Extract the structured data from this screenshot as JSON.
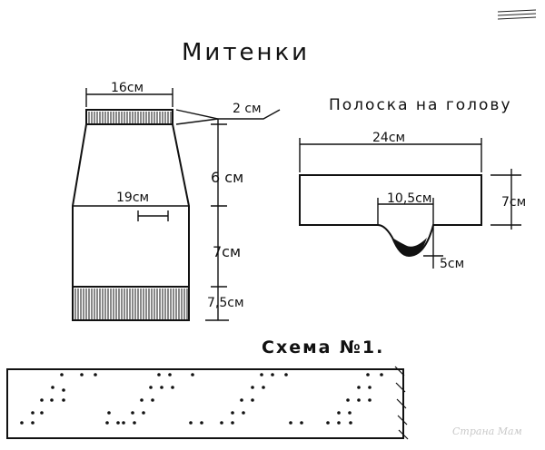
{
  "page_title": "Митенки",
  "mitten": {
    "top_width": "16см",
    "cuff_height": "2 см",
    "upper_height": "6 см",
    "middle_width": "19см",
    "lower_height": "7см",
    "rib_height": "7,5см"
  },
  "headband": {
    "title": "Полоска на голову",
    "length": "24см",
    "height": "7см",
    "notch_width": "10,5см",
    "notch_depth": "5см"
  },
  "scheme": {
    "title": "Схема №1."
  },
  "watermark": "Страна Мам"
}
